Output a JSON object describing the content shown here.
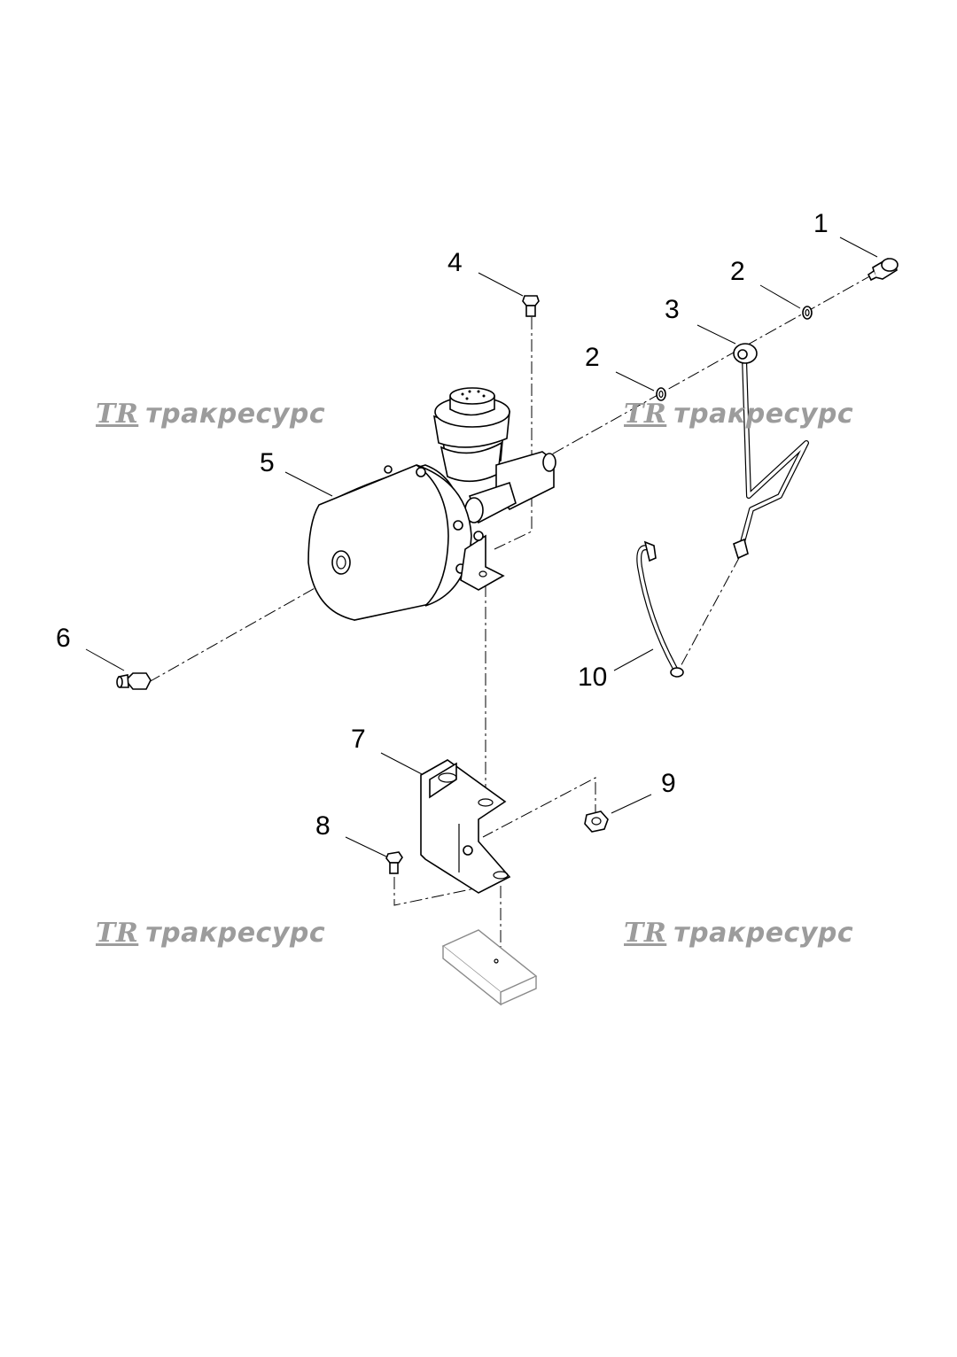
{
  "callouts": {
    "c1": "1",
    "c2a": "2",
    "c2b": "2",
    "c3": "3",
    "c4": "4",
    "c5": "5",
    "c6": "6",
    "c7": "7",
    "c8": "8",
    "c9": "9",
    "c10": "10"
  },
  "watermark": {
    "logo": "TR",
    "text": "тракресурс"
  },
  "colors": {
    "watermark": "#9c9c9c",
    "lines": "#000000"
  }
}
